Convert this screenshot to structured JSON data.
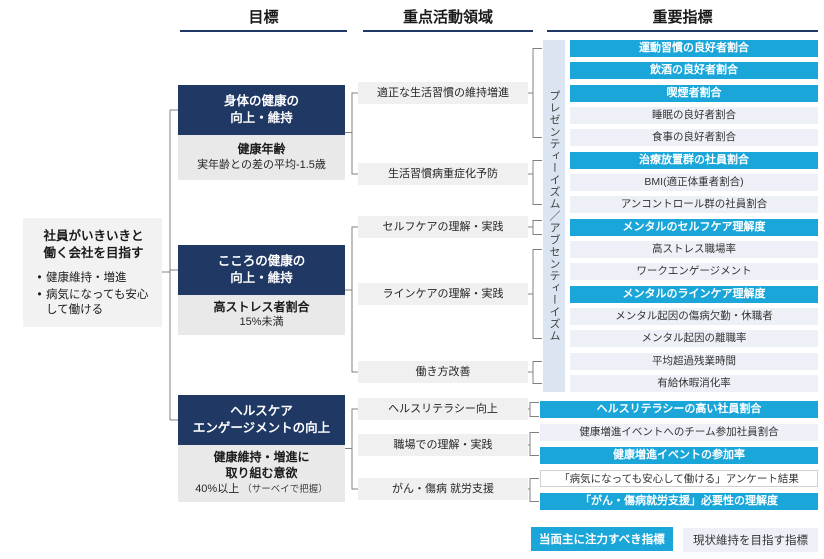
{
  "columns": {
    "goal": "目標",
    "activity": "重点活動領域",
    "indicator": "重要指標"
  },
  "vision": {
    "title": [
      "社員がいきいきと",
      "働く会社を目指す"
    ],
    "bullets": [
      "健康維持・増進",
      "病気になっても安心して働ける"
    ]
  },
  "goals": [
    {
      "title": [
        "身体の健康の",
        "向上・維持"
      ],
      "kpi_title": "健康年齢",
      "kpi_value": "実年齢との差の平均-1.5歳"
    },
    {
      "title": [
        "こころの健康の",
        "向上・維持"
      ],
      "kpi_title": "高ストレス者割合",
      "kpi_value": "15%未満"
    },
    {
      "title": [
        "ヘルスケア",
        "エンゲージメントの向上"
      ],
      "kpi_title": [
        "健康維持・増進に",
        "取り組む意欲"
      ],
      "kpi_value": "40%以上",
      "kpi_note": "（サーベイで把握）"
    }
  ],
  "activities": [
    "適正な生活習慣の維持増進",
    "生活習慣病重症化予防",
    "セルフケアの理解・実践",
    "ラインケアの理解・実践",
    "働き方改善",
    "ヘルスリテラシー向上",
    "職場での理解・実践",
    "がん・傷病 就労支援"
  ],
  "indicators": [
    {
      "label": "運動習慣の良好者割合",
      "style": "focus"
    },
    {
      "label": "飲酒の良好者割合",
      "style": "focus"
    },
    {
      "label": "喫煙者割合",
      "style": "focus"
    },
    {
      "label": "睡眠の良好者割合",
      "style": "maintain"
    },
    {
      "label": "食事の良好者割合",
      "style": "maintain"
    },
    {
      "label": "治療放置群の社員割合",
      "style": "focus"
    },
    {
      "label": "BMI(適正体重者割合)",
      "style": "maintain"
    },
    {
      "label": "アンコントロール群の社員割合",
      "style": "maintain"
    },
    {
      "label": "メンタルのセルフケア理解度",
      "style": "focus"
    },
    {
      "label": "高ストレス職場率",
      "style": "maintain"
    },
    {
      "label": "ワークエンゲージメント",
      "style": "maintain"
    },
    {
      "label": "メンタルのラインケア理解度",
      "style": "focus"
    },
    {
      "label": "メンタル起因の傷病欠勤・休職者",
      "style": "maintain"
    },
    {
      "label": "メンタル起因の離職率",
      "style": "maintain"
    },
    {
      "label": "平均超過残業時間",
      "style": "maintain"
    },
    {
      "label": "有給休暇消化率",
      "style": "maintain"
    },
    {
      "label": "ヘルスリテラシーの高い社員割合",
      "style": "focus"
    },
    {
      "label": "健康増進イベントへのチーム参加社員割合",
      "style": "maintain"
    },
    {
      "label": "健康増進イベントの参加率",
      "style": "focus"
    },
    {
      "label": "「病気になっても安心して働ける」アンケート結果",
      "style": "outline"
    },
    {
      "label": "「がん・傷病就労支援」必要性の理解度",
      "style": "focus"
    }
  ],
  "axis_label": "プレゼンティーイズム／アブセンティーイズム",
  "legend": {
    "focus": "当面主に注力すべき指標",
    "maintain": "現状維持を目指す指標"
  },
  "colors": {
    "navy": "#1f3864",
    "focus_cyan": "#1aa6d9",
    "strip_blue": "#dbe5f1",
    "row_gray": "#edf1f7",
    "box_gray": "#f0f0f0",
    "kpi_gray": "#e9e9e9",
    "line_gray": "#808080"
  }
}
